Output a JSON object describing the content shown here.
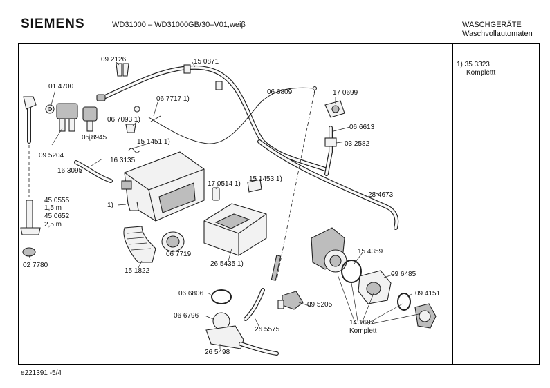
{
  "header": {
    "brand": "SIEMENS",
    "model": "WD31000 – WD31000GB/30–V01,weiβ",
    "category_line1": "WASCHGERÄTE",
    "category_line2": "Waschvollautomaten"
  },
  "notes": {
    "line1": "1)  35 3323",
    "line2": "Komplettt"
  },
  "footer": {
    "doc_id": "e221391   -5/4"
  },
  "part_labels": [
    "09 2126",
    "15 0871",
    "01 4700",
    "06 7717 1)",
    "06 6809",
    "17 0699",
    "06 7093 1)",
    "06 6613",
    "03 2582",
    "09 5204",
    "05 8945",
    "15 1451 1)",
    "16 3135",
    "16 3095",
    "17 0514 1)",
    "15 1453 1)",
    "28 4673",
    "45 0555",
    "1,5 m",
    "45 0652",
    "2,5 m",
    "1)",
    "06 7719",
    "26 5435 1)",
    "15 4359",
    "09 6485",
    "02 7780",
    "15 1822",
    "06 6806",
    "09 5205",
    "09 4151",
    "06 6796",
    "26 5575",
    "14 1687",
    "Komplett",
    "26 5498"
  ]
}
